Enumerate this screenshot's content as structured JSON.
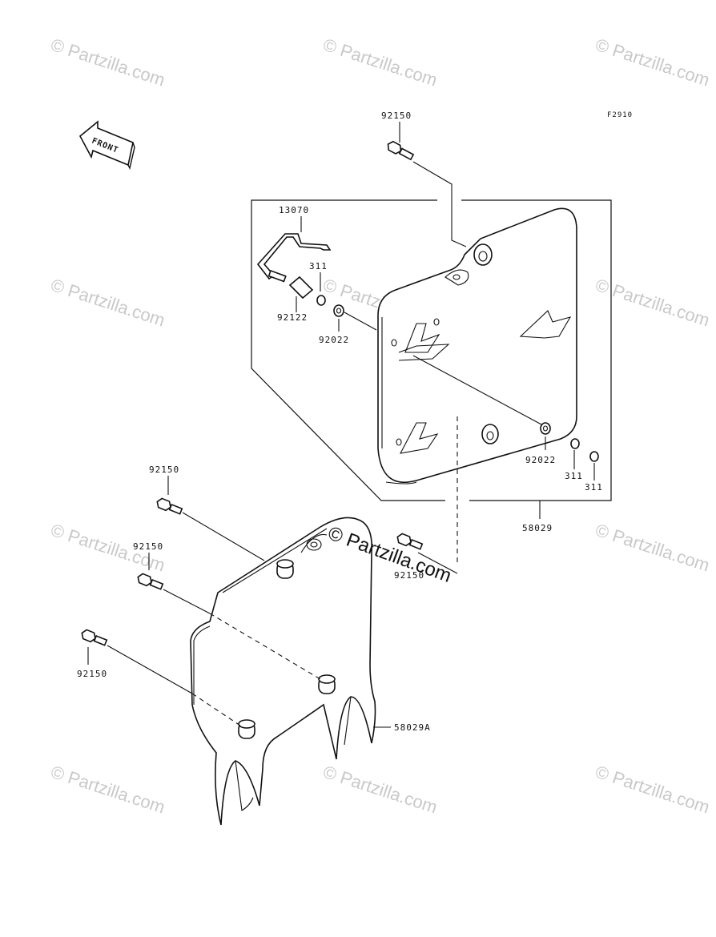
{
  "figure_code": "F2910",
  "front_label": "FRONT",
  "watermark": "© Partzilla.com",
  "center_watermark": "© Partzilla.com",
  "labels": {
    "bolt_top": "92150",
    "bolt_mid_left": "92150",
    "bolt_mid_left2": "92150",
    "bolt_bottom_left": "92150",
    "bolt_center": "92150",
    "stay": "13070",
    "nut_upper": "311",
    "collar": "92122",
    "grommet_upper": "92022",
    "grommet_lower": "92022",
    "nut_lower_1": "311",
    "nut_lower_2": "311",
    "plate_assy": "58029",
    "plate_rear": "58029A"
  }
}
